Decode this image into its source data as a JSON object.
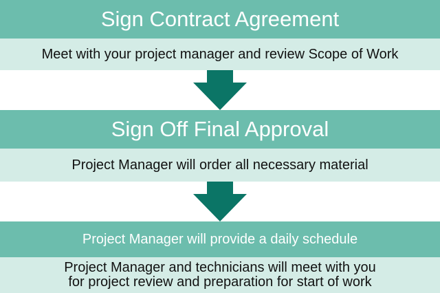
{
  "steps": [
    {
      "title": "Sign Contract Agreement",
      "description": [
        "Meet with your project manager and review Scope of Work"
      ]
    },
    {
      "title": "Sign Off Final Approval",
      "description": [
        "Project Manager will order all necessary material"
      ]
    },
    {
      "title": "Project Manager will provide a daily schedule",
      "description": [
        "Project Manager and technicians will meet with you",
        "for project review and preparation for start of work"
      ]
    }
  ],
  "colors": {
    "title_band": "#6cbdad",
    "description_band": "#d4ece6",
    "arrow": "#0b7566",
    "title_text": "#ffffff",
    "description_text": "#111111"
  },
  "icons": {
    "connector": "down-arrow-icon"
  }
}
